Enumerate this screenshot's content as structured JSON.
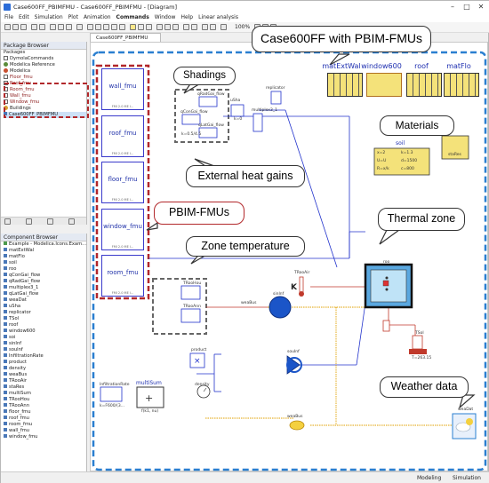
{
  "window": {
    "title": "Case600FF_PBIMFMU - Case600FF_PBIMFMU - [Diagram]",
    "minimize": "–",
    "maximize": "□",
    "close": "✕"
  },
  "menu": [
    "File",
    "Edit",
    "Simulation",
    "Plot",
    "Animation",
    "Commands",
    "Window",
    "Help",
    "Linear analysis"
  ],
  "toolbar": {
    "zoom": "100%"
  },
  "package_browser": {
    "title": "Package Browser",
    "packages_label": "Packages",
    "items": [
      "DymolaCommands",
      "Modelica Reference",
      "Modelica",
      "Floor_fmu",
      "Roof_fmu",
      "Room_fmu",
      "Wall_fmu",
      "Window_fmu",
      "Buildings",
      "Case600FF_PBIMFMU"
    ]
  },
  "component_browser": {
    "title": "Component Browser",
    "root": "Example - Modelica.Icons.Exam...",
    "items": [
      "matExtWal",
      "matFlo",
      "soil",
      "roo",
      "qConGai_flow",
      "qRadGai_flow",
      "multiplex3_1",
      "qLatGai_flow",
      "weaDat",
      "uSha",
      "replicator",
      "TSol",
      "roof",
      "window600",
      "soi",
      "sinInf",
      "soulnf",
      "InfiltrationRate",
      "product",
      "density",
      "weaBus",
      "TRooAir",
      "staRes",
      "multiSum",
      "TRooHou",
      "TRooAnn",
      "floor_fmu",
      "roof_fmu",
      "room_fmu",
      "wall_fmu",
      "window_fmu"
    ]
  },
  "tab": {
    "label": "Case600FF_PBIMFMU"
  },
  "diagram": {
    "fmus": [
      {
        "name": "wall_fmu",
        "sub": "FMI 2.0 ME I..."
      },
      {
        "name": "roof_fmu",
        "sub": "FMI 2.0 ME I..."
      },
      {
        "name": "floor_fmu",
        "sub": "FMI 2.0 ME I..."
      },
      {
        "name": "window_fmu",
        "sub": "FMI 2.0 ME I..."
      },
      {
        "name": "room_fmu",
        "sub": "FMI 2.0 ME I..."
      }
    ],
    "materials": [
      "matExtWal",
      "window600",
      "roof",
      "matFlo"
    ],
    "soil": {
      "label": "soil",
      "rows": [
        [
          "x=2",
          "k=1.3"
        ],
        [
          "U=U",
          "d=1500"
        ],
        [
          "R=x/k",
          "c=800"
        ]
      ]
    },
    "staRes": "staRes",
    "small_labels": {
      "uSha": "uSha",
      "replicator": "replicator",
      "qRadGai": "qRadGai_flow",
      "qConGai": "qConGai_flow",
      "qLatGai": "qLatGai_flow",
      "multiplex": "multiplex3_1",
      "k0": "k=0",
      "k05": "k=0.5/4.5",
      "TRooAir": "TRooAir",
      "TRooHou": "TRooHou",
      "TRooAnn": "TRooAnn",
      "sinInf": "sinInf",
      "souInf": "souInf",
      "product": "product",
      "density": "density",
      "weaBus": "weaBus",
      "roo": "roo",
      "TSol": "TSol",
      "T263": "T=263.15",
      "InfRate": "InfiltrationRate",
      "k600": "k=F600/(3...",
      "multiSum": "multiSum",
      "fk": "f(k1, nu)",
      "weaDat": "weaDat",
      "K": "K"
    },
    "callouts": {
      "main": "Case600FF with PBIM-FMUs",
      "shadings": "Shadings",
      "materials": "Materials",
      "external": "External heat gains",
      "pbim": "PBIM-FMUs",
      "thermal": "Thermal zone",
      "zone_temp": "Zone temperature",
      "weather": "Weather data"
    }
  },
  "status": {
    "modeling": "Modeling",
    "simulation": "Simulation"
  }
}
